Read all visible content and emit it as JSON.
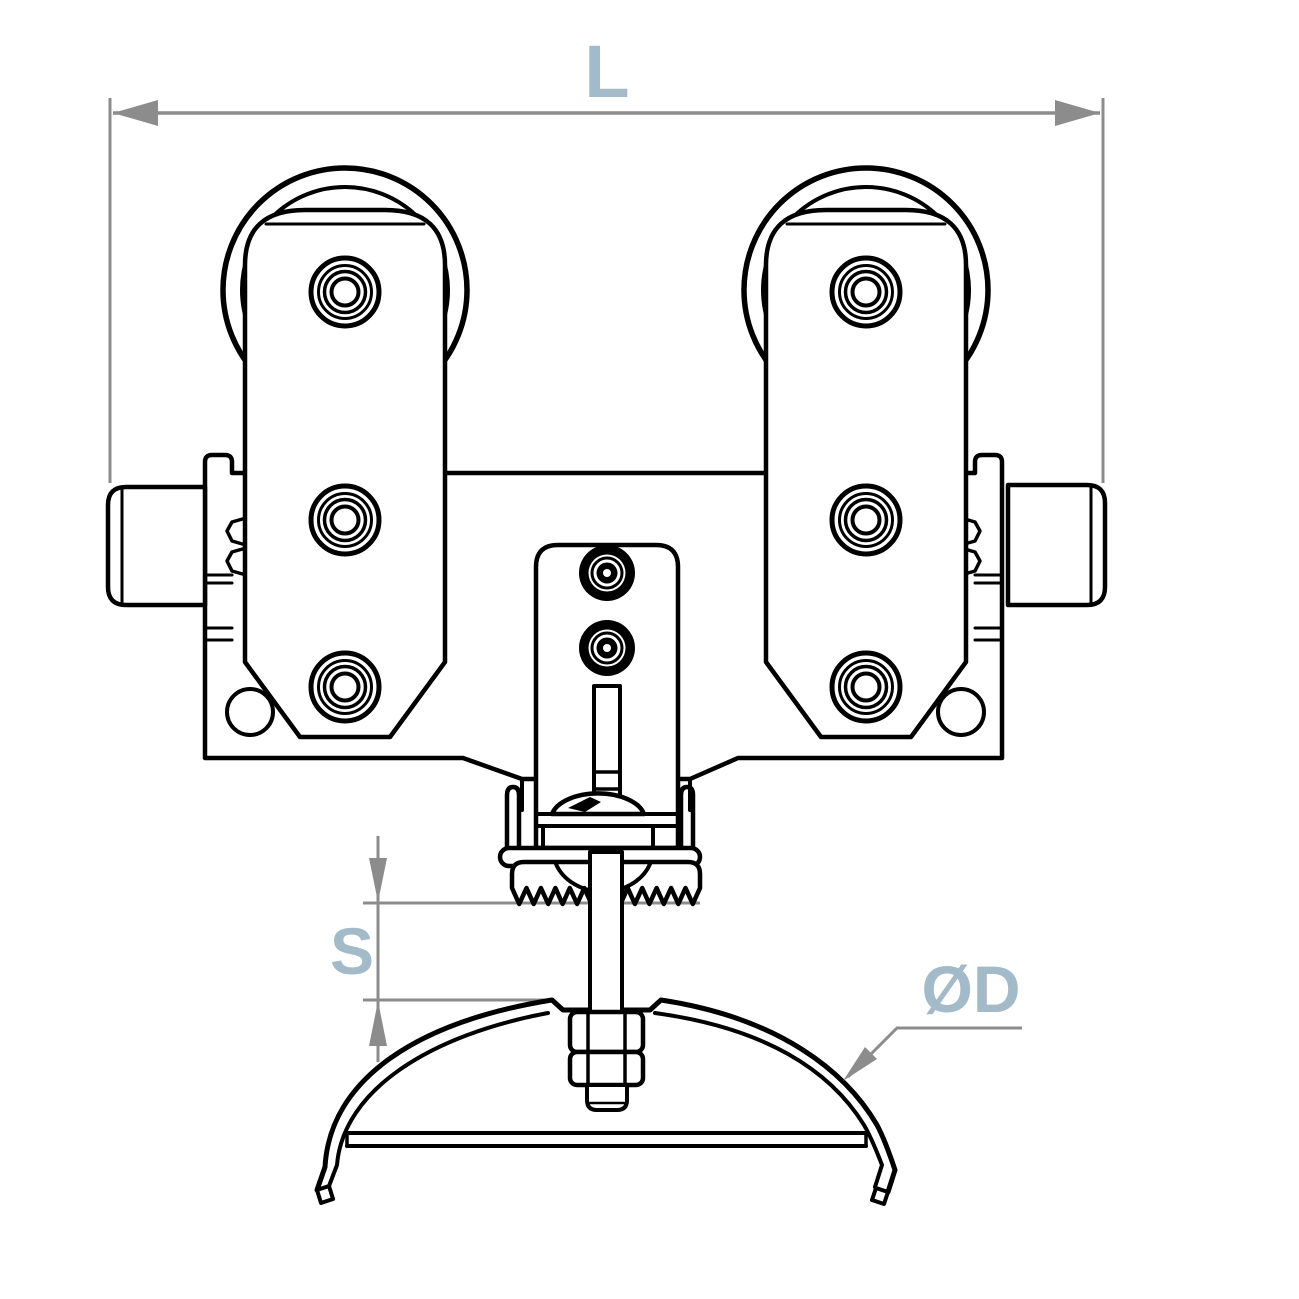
{
  "drawing": {
    "type": "technical-line-drawing",
    "subject": "beam trolley with twin rollers, swivel clevis, threaded spindle and pipe saddle clamp",
    "labels": {
      "length": "L",
      "adjustment": "S",
      "diameter": "ØD"
    },
    "colors": {
      "label": "#a3bac9",
      "dimension_line": "#8c8c8c",
      "outline": "#000000",
      "background": "#ffffff"
    }
  }
}
